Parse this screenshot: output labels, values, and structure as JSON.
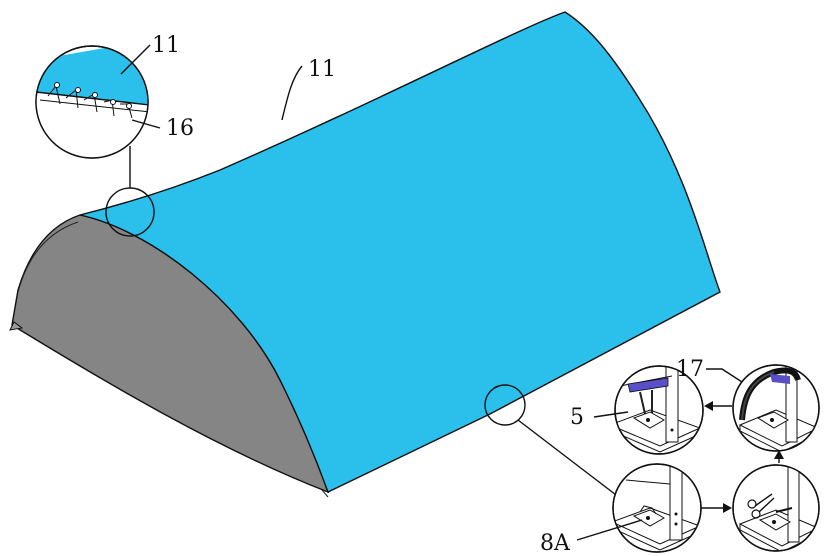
{
  "figure": {
    "labels": {
      "cover_inset": "11",
      "cover_main": "11",
      "fastener": "16",
      "strap": "17",
      "post": "5",
      "anchor_plate": "8A"
    },
    "colors": {
      "cover": "#2bbfeb",
      "end_wall": "#858585",
      "outline": "#111111",
      "background": "#ffffff",
      "strap_accent": "#5a4fc9"
    },
    "step_arrows": [
      "right",
      "up",
      "left"
    ]
  }
}
